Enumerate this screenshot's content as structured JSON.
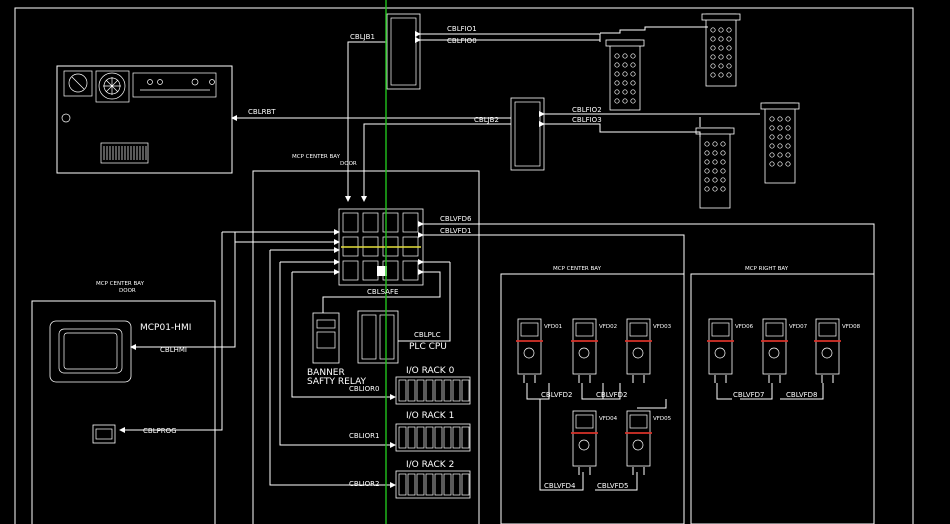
{
  "regions": {
    "door": "MCP CENTER BAY\nDOOR",
    "center_bay_door": "MCP CENTER BAY\nDOOR",
    "center_bay": "MCP CENTER BAY",
    "right_bay": "MCP RIGHT BAY"
  },
  "devices": {
    "hmi": "MCP01-HMI",
    "plc": "PLC CPU",
    "relay_1": "BANNER",
    "relay_2": "SAFTY RELAY",
    "rack0": "I/O RACK 0",
    "rack1": "I/O RACK 1",
    "rack2": "I/O RACK 2",
    "vfd": [
      "VFD01",
      "VFD02",
      "VFD03",
      "VFD04",
      "VFD05",
      "VFD06",
      "VFD07",
      "VFD08"
    ]
  },
  "cables": {
    "cbljb1": "CBLJB1",
    "cblfio1": "CBLFIO1",
    "cblfio0": "CBLFIO0",
    "cbljb2": "CBLJB2",
    "cblfio2": "CBLFIO2",
    "cblfio3": "CBLFIO3",
    "cblrbt": "CBLRBT",
    "cblvfd6": "CBLVFD6",
    "cblvfd1": "CBLVFD1",
    "cblsafe": "CBLSAFE",
    "cblplc": "CBLPLC",
    "cblhmi": "CBLHMI",
    "cblprog": "CBLPROG",
    "cblior0": "CBLIOR0",
    "cblior1": "CBLIOR1",
    "cblior2": "CBLIOR2",
    "cblvfd2a": "CBLVFD2",
    "cblvfd2b": "CBLVFD2",
    "cblvfd4": "CBLVFD4",
    "cblvfd5": "CBLVFD5",
    "cblvfd7": "CBLVFD7",
    "cblvfd8": "CBLVFD8"
  },
  "colors": {
    "background": "#000000",
    "wire": "#ffffff",
    "bus": "#21c21d",
    "status_bar": "#d8322a",
    "terminal": "#e5e03a"
  }
}
